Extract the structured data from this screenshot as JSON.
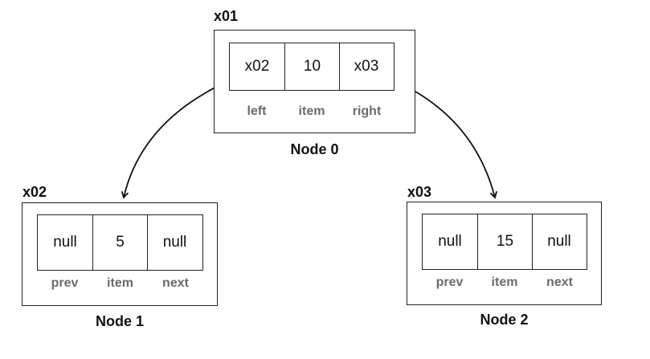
{
  "nodes": [
    {
      "address": "x01",
      "caption": "Node 0",
      "cells": [
        "x02",
        "10",
        "x03"
      ],
      "labels": [
        "left",
        "item",
        "right"
      ]
    },
    {
      "address": "x02",
      "caption": "Node 1",
      "cells": [
        "null",
        "5",
        "null"
      ],
      "labels": [
        "prev",
        "item",
        "next"
      ]
    },
    {
      "address": "x03",
      "caption": "Node 2",
      "cells": [
        "null",
        "15",
        "null"
      ],
      "labels": [
        "prev",
        "item",
        "next"
      ]
    }
  ]
}
